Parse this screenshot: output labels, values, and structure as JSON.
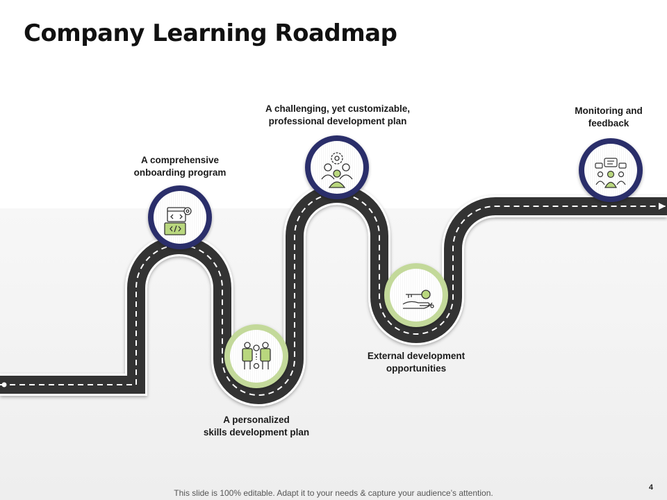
{
  "title": "Company Learning Roadmap",
  "milestones": [
    {
      "label_line1": "A comprehensive",
      "label_line2": "onboarding program",
      "icon": "onboarding-code-icon",
      "ring_color": "#2b2d6b"
    },
    {
      "label_line1": "A personalized",
      "label_line2": "skills development plan",
      "icon": "skills-team-icon",
      "ring_color": "#c3d99a"
    },
    {
      "label_line1": "A challenging, yet customizable,",
      "label_line2": "professional development plan",
      "icon": "team-gear-icon",
      "ring_color": "#2b2d6b"
    },
    {
      "label_line1": "External development",
      "label_line2": "opportunities",
      "icon": "key-hand-icon",
      "ring_color": "#c3d99a"
    },
    {
      "label_line1": "Monitoring and",
      "label_line2": "feedback",
      "icon": "feedback-chat-icon",
      "ring_color": "#2b2d6b"
    }
  ],
  "colors": {
    "road": "#333333",
    "road_edge": "#ffffff",
    "accent_green": "#8dc63f",
    "navy": "#2b2d6b"
  },
  "footer": "This slide is 100% editable. Adapt it to your needs & capture your audience’s attention.",
  "page_number": "4"
}
